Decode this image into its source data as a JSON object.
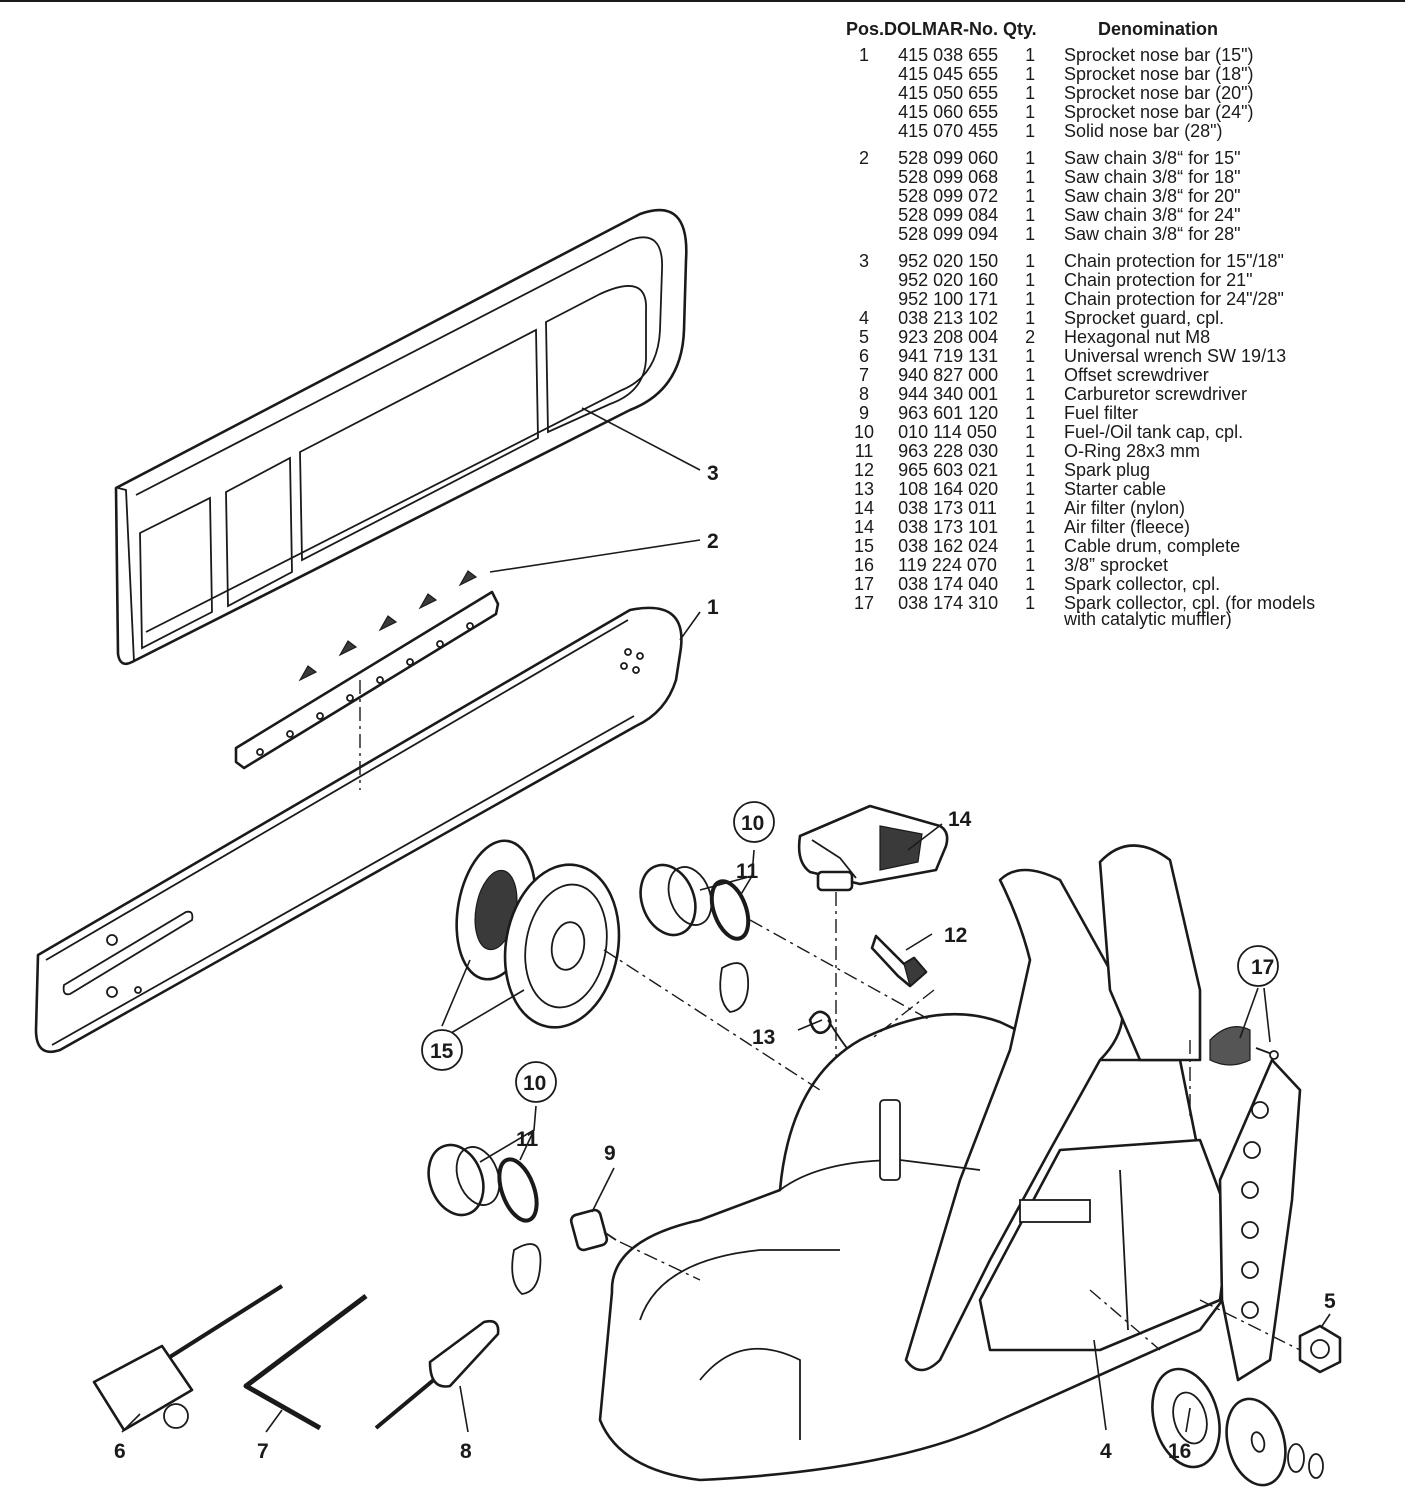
{
  "table": {
    "headers": {
      "pos_no": "Pos.DOLMAR-No. Qty.",
      "denomination": "Denomination"
    },
    "rows": [
      {
        "pos": "1",
        "no": "415 038 655",
        "qty": "1",
        "den": "Sprocket nose bar  (15\")"
      },
      {
        "pos": "",
        "no": "415 045 655",
        "qty": "1",
        "den": "Sprocket nose bar  (18\")"
      },
      {
        "pos": "",
        "no": "415 050 655",
        "qty": "1",
        "den": "Sprocket nose bar  (20\")"
      },
      {
        "pos": "",
        "no": "415 060 655",
        "qty": "1",
        "den": "Sprocket nose bar  (24\")"
      },
      {
        "pos": "",
        "no": "415 070 455",
        "qty": "1",
        "den": "Solid nose bar  (28\")"
      },
      {
        "pos": "2",
        "no": "528 099 060",
        "qty": "1",
        "den": "Saw chain 3/8“ for 15\""
      },
      {
        "pos": "",
        "no": "528 099 068",
        "qty": "1",
        "den": "Saw chain 3/8“ for 18\""
      },
      {
        "pos": "",
        "no": "528 099 072",
        "qty": "1",
        "den": "Saw chain 3/8“ for 20\""
      },
      {
        "pos": "",
        "no": "528 099 084",
        "qty": "1",
        "den": "Saw chain 3/8“ for 24\""
      },
      {
        "pos": "",
        "no": "528 099 094",
        "qty": "1",
        "den": "Saw chain 3/8“ for 28\""
      },
      {
        "pos": "3",
        "no": "952 020 150",
        "qty": "1",
        "den": "Chain protection for 15\"/18\""
      },
      {
        "pos": "",
        "no": "952 020 160",
        "qty": "1",
        "den": "Chain protection for 21\""
      },
      {
        "pos": "",
        "no": "952 100 171",
        "qty": "1",
        "den": "Chain protection for 24\"/28\""
      },
      {
        "pos": "4",
        "no": "038 213 102",
        "qty": "1",
        "den": "Sprocket guard, cpl."
      },
      {
        "pos": "5",
        "no": "923 208 004",
        "qty": "2",
        "den": "Hexagonal nut M8"
      },
      {
        "pos": "6",
        "no": "941 719 131",
        "qty": "1",
        "den": "Universal wrench SW 19/13"
      },
      {
        "pos": "7",
        "no": "940 827 000",
        "qty": "1",
        "den": "Offset screwdriver"
      },
      {
        "pos": "8",
        "no": "944 340 001",
        "qty": "1",
        "den": "Carburetor screwdriver"
      },
      {
        "pos": "9",
        "no": "963 601 120",
        "qty": "1",
        "den": "Fuel filter"
      },
      {
        "pos": "10",
        "no": "010 114 050",
        "qty": "1",
        "den": "Fuel-/Oil tank cap, cpl."
      },
      {
        "pos": "11",
        "no": "963 228 030",
        "qty": "1",
        "den": "O-Ring 28x3 mm"
      },
      {
        "pos": "12",
        "no": "965 603 021",
        "qty": "1",
        "den": "Spark plug"
      },
      {
        "pos": "13",
        "no": "108 164 020",
        "qty": "1",
        "den": "Starter cable"
      },
      {
        "pos": "14",
        "no": "038 173 011",
        "qty": "1",
        "den": "Air filter (nylon)"
      },
      {
        "pos": "14",
        "no": "038 173 101",
        "qty": "1",
        "den": "Air filter (fleece)"
      },
      {
        "pos": "15",
        "no": "038 162 024",
        "qty": "1",
        "den": "Cable drum, complete"
      },
      {
        "pos": "16",
        "no": "119 224 070",
        "qty": "1",
        "den": "3/8” sprocket"
      },
      {
        "pos": "17",
        "no": "038 174 040",
        "qty": "1",
        "den": "Spark collector, cpl."
      },
      {
        "pos": "17",
        "no": "038 174 310",
        "qty": "1",
        "den": "Spark collector, cpl. (for models",
        "den2": "with catalytic muffler)"
      }
    ]
  },
  "callouts": {
    "c1": "1",
    "c2": "2",
    "c3": "3",
    "c4": "4",
    "c5": "5",
    "c6": "6",
    "c7": "7",
    "c8": "8",
    "c9": "9",
    "c10a": "10",
    "c10b": "10",
    "c11a": "11",
    "c11b": "11",
    "c12": "12",
    "c13": "13",
    "c14": "14",
    "c15": "15",
    "c16": "16",
    "c17": "17"
  }
}
